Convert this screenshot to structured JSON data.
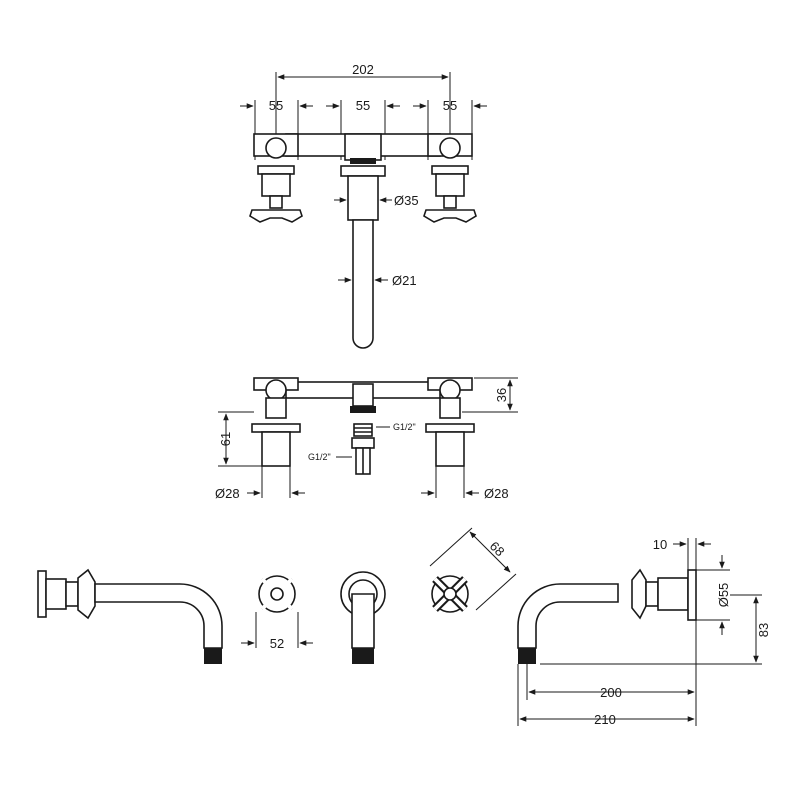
{
  "dimensions": {
    "overall_width_top": "202",
    "spacing_left": "55",
    "spacing_mid": "55",
    "spacing_right": "55",
    "spout_collar_dia": "Ø35",
    "spout_dia": "Ø21",
    "valve_body_depth": "61",
    "bracket_height": "36",
    "thread_spout": "G1/2\"",
    "thread_inlet": "G1/2\"",
    "valve_dia_left": "Ø28",
    "valve_dia_right": "Ø28",
    "handle_width": "52",
    "handle_diagonal": "68",
    "flange_thickness": "10",
    "flange_dia": "Ø55",
    "spout_height": "83",
    "spout_projection": "200",
    "overall_projection": "210"
  },
  "colors": {
    "line": "#1a1a1a",
    "background": "#ffffff"
  }
}
